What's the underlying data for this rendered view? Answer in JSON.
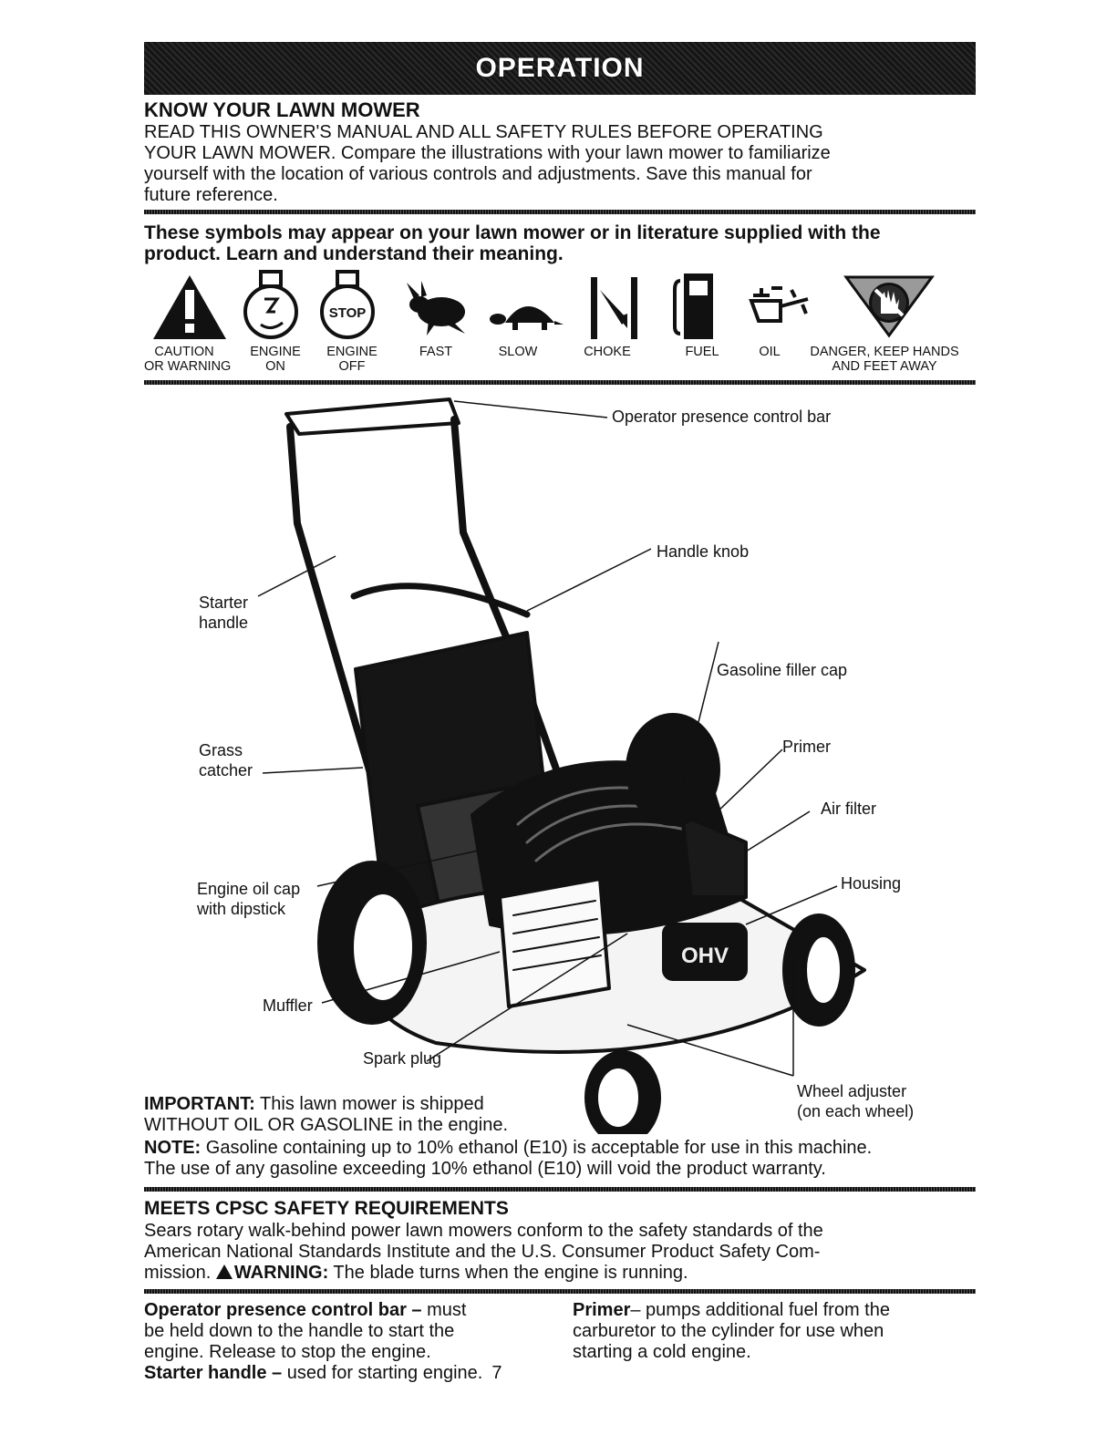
{
  "banner": {
    "title": "OPERATION"
  },
  "know": {
    "heading": "KNOW YOUR LAWN MOWER",
    "line1": "READ THIS OWNER'S MANUAL AND ALL SAFETY RULES BEFORE OPERATING",
    "line2": "YOUR LAWN MOWER.  Compare the illustrations with your lawn mower to familiarize",
    "line3": "yourself with the location of various controls and adjustments.  Save this manual for",
    "line4": "future reference."
  },
  "symbols": {
    "intro1": "These symbols may appear on your lawn mower or in literature supplied with the",
    "intro2": "product.  Learn and understand their meaning.",
    "items": [
      {
        "l1": "CAUTION",
        "l2": "OR WARNING"
      },
      {
        "l1": "ENGINE",
        "l2": "ON"
      },
      {
        "l1": "ENGINE",
        "l2": "OFF"
      },
      {
        "l1": "FAST",
        "l2": ""
      },
      {
        "l1": "SLOW",
        "l2": ""
      },
      {
        "l1": "CHOKE",
        "l2": ""
      },
      {
        "l1": "FUEL",
        "l2": ""
      },
      {
        "l1": "OIL",
        "l2": ""
      },
      {
        "l1": "DANGER, KEEP HANDS",
        "l2": "AND FEET AWAY"
      }
    ],
    "stop_text": "STOP"
  },
  "diagram": {
    "operator_bar": "Operator presence control bar",
    "handle_knob": "Handle knob",
    "starter_1": "Starter",
    "starter_2": "handle",
    "gas_cap": "Gasoline filler cap",
    "grass_1": "Grass",
    "grass_2": "catcher",
    "primer": "Primer",
    "air_filter": "Air filter",
    "oil_cap_1": "Engine oil cap",
    "oil_cap_2": "with dipstick",
    "housing": "Housing",
    "muffler": "Muffler",
    "spark_plug": "Spark plug",
    "wheel_adj_1": "Wheel adjuster",
    "wheel_adj_2": "(on each wheel)",
    "ohv": "OHV"
  },
  "important": {
    "label": "IMPORTANT:",
    "text1": " This lawn mower is shipped",
    "text2": "WITHOUT OIL OR GASOLINE in the engine."
  },
  "note": {
    "label": "NOTE:",
    "text1": " Gasoline containing up to 10% ethanol (E10) is acceptable for use in this machine.",
    "text2": "The use of any gasoline exceeding 10% ethanol (E10) will void the product warranty."
  },
  "cpsc": {
    "heading": "MEETS CPSC SAFETY REQUIREMENTS",
    "line1": "Sears rotary walk-behind power lawn mowers conform to the safety standards of the",
    "line2": "American National Standards Institute and the U.S. Consumer Product Safety Com-",
    "line3a": "mission.  ",
    "warning_label": "WARNING:",
    "line3b": " The blade turns when the engine is running."
  },
  "defs": {
    "opbar_label": "Operator presence control bar –",
    "opbar_1": " must",
    "opbar_2": "be held down to the handle to start the",
    "opbar_3": "engine.  Release to stop the engine.",
    "starter_label": "Starter handle –",
    "starter_text": " used for starting engine.",
    "page_number": "7",
    "primer_label": "Primer",
    "primer_1": "– pumps additional fuel from the",
    "primer_2": "carburetor to the cylinder for use when",
    "primer_3": "starting a cold engine."
  }
}
